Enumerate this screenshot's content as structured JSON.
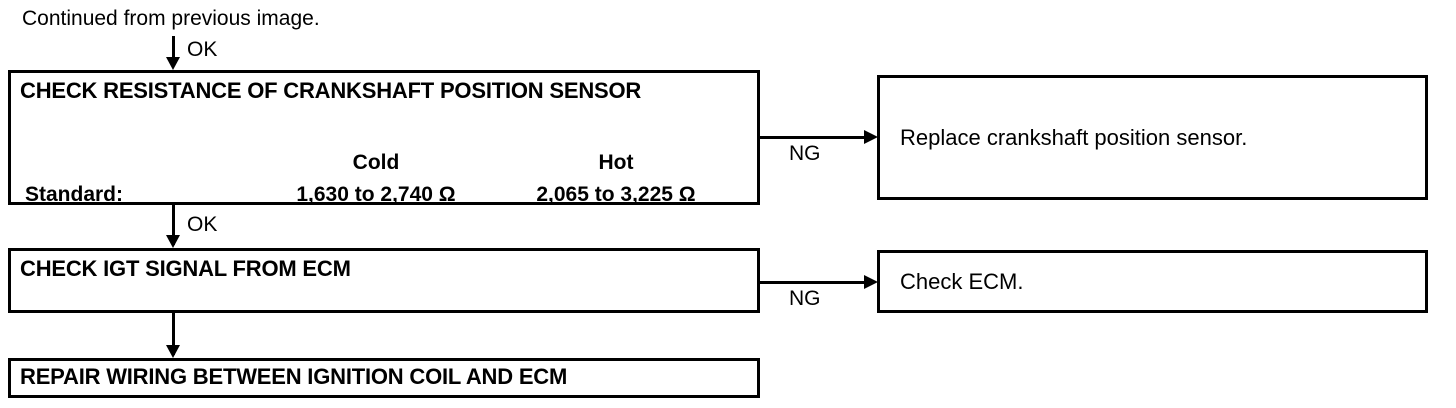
{
  "diagram": {
    "caption": "Continued from previous image.",
    "edge_labels": {
      "ok": "OK",
      "ng": "NG"
    },
    "steps": [
      {
        "id": "check-resistance",
        "title": "CHECK RESISTANCE OF CRANKSHAFT POSITION SENSOR",
        "spec": {
          "label": "Standard:",
          "columns": [
            "Cold",
            "Hot"
          ],
          "values": [
            "1,630 to 2,740 Ω",
            "2,065 to 3,225 Ω"
          ]
        },
        "ng_label": "NG",
        "ok_label": "OK"
      },
      {
        "id": "check-igt-signal",
        "title": "CHECK IGT SIGNAL FROM ECM",
        "ng_label": "NG",
        "ok_label": "OK"
      },
      {
        "id": "repair-wiring",
        "title": "REPAIR WIRING BETWEEN IGNITION COIL AND ECM"
      }
    ],
    "outcomes": [
      {
        "id": "replace-sensor",
        "text": "Replace crankshaft position sensor."
      },
      {
        "id": "check-ecm",
        "text": "Check ECM."
      }
    ],
    "colors": {
      "line": "#000000",
      "background": "#ffffff",
      "text": "#000000"
    }
  }
}
